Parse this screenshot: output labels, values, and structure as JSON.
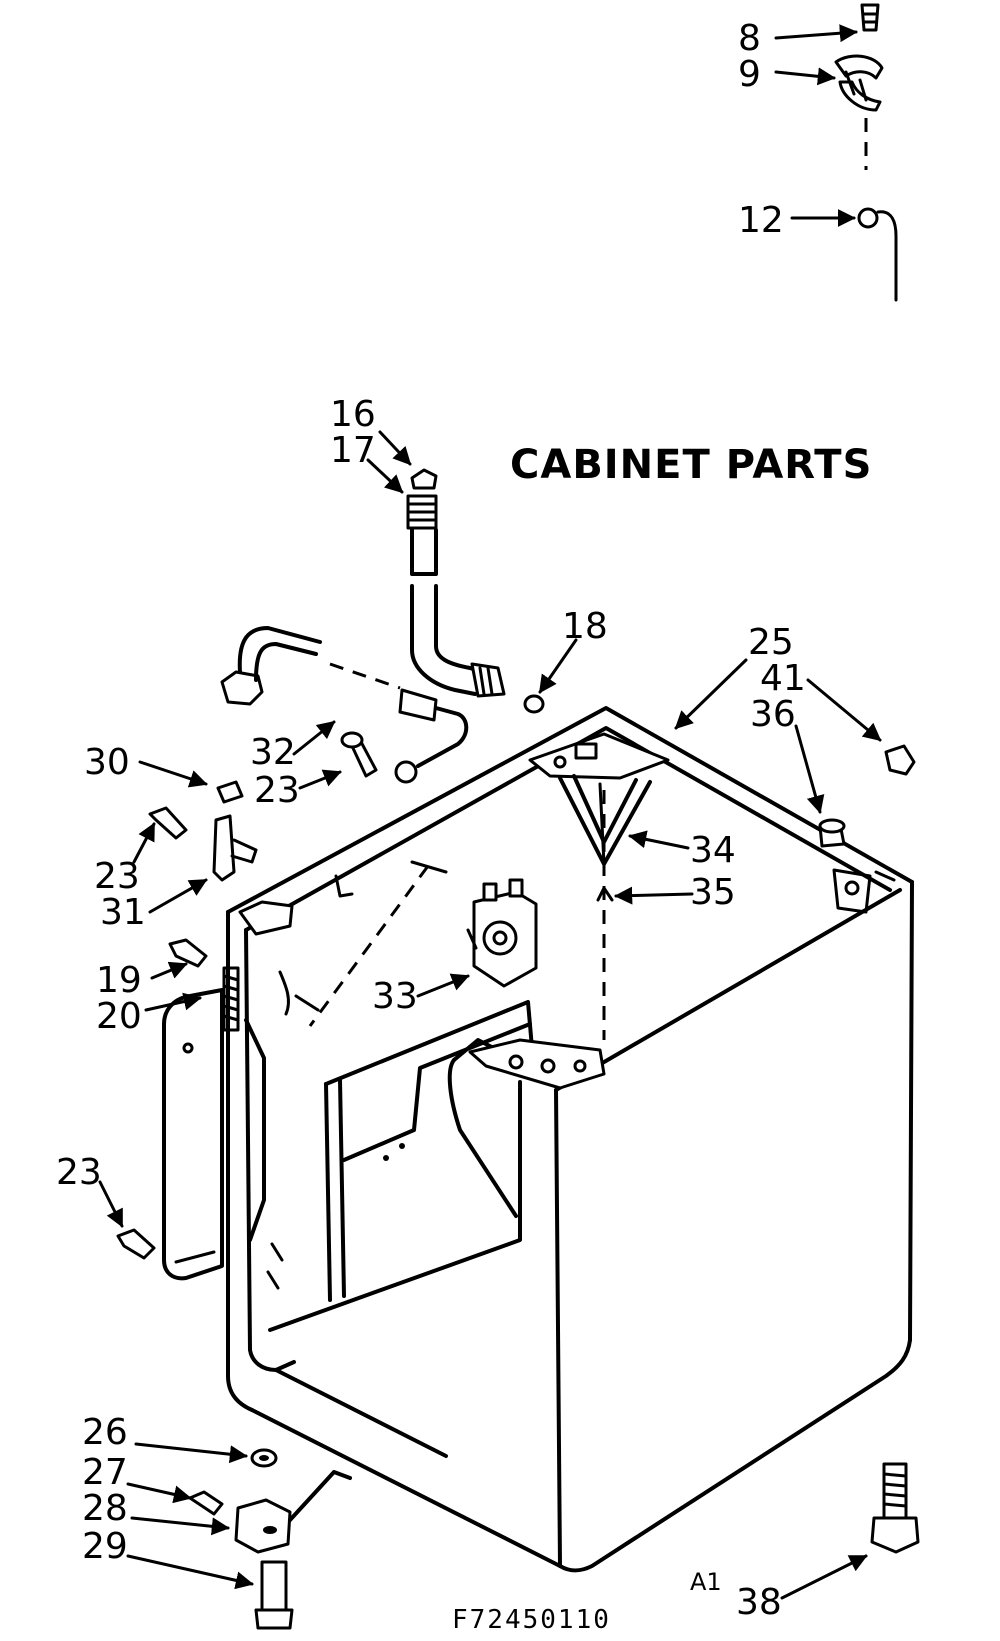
{
  "diagram": {
    "title": "CABINET PARTS",
    "drawing_code": "F72450110",
    "small_mark": "A1",
    "callouts": [
      "8",
      "9",
      "12",
      "16",
      "17",
      "18",
      "25",
      "41",
      "36",
      "30",
      "32",
      "23",
      "23",
      "31",
      "34",
      "35",
      "19",
      "20",
      "33",
      "23",
      "26",
      "27",
      "28",
      "29",
      "38"
    ]
  }
}
